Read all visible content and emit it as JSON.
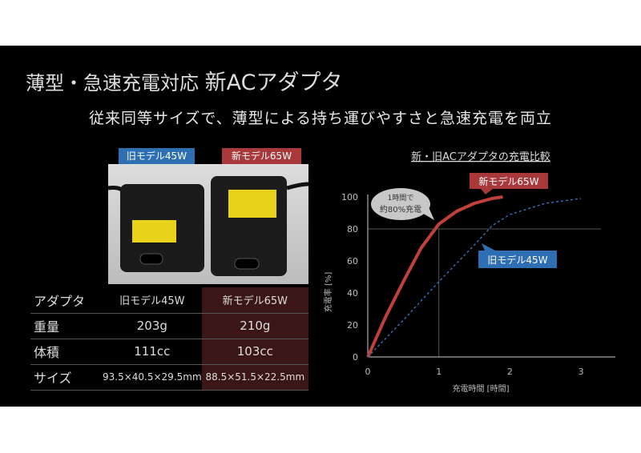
{
  "slide": {
    "title_a": "薄型・急速充電対応",
    "title_b": "新ACアダプタ",
    "subtitle": "従来同等サイズで、薄型による持ち運びやすさと急速充電を両立"
  },
  "photo": {
    "label_old": "旧モデル45W",
    "label_new": "新モデル65W"
  },
  "table": {
    "headers": [
      "アダプタ",
      "旧モデル45W",
      "新モデル65W"
    ],
    "rows": [
      {
        "label": "重量",
        "old": "203g",
        "new": "210g"
      },
      {
        "label": "体積",
        "old": "111cc",
        "new": "103cc"
      },
      {
        "label": "サイズ",
        "old": "93.5×40.5×29.5mm",
        "new": "88.5×51.5×22.5mm"
      }
    ]
  },
  "chart_data": {
    "type": "line",
    "title": "新・旧ACアダプタの充電比較",
    "xlabel": "充電時間 [時間]",
    "ylabel": "充電率 [%]",
    "xlim": [
      0,
      3.5
    ],
    "ylim": [
      0,
      100
    ],
    "xticks": [
      "0",
      "1",
      "2",
      "3"
    ],
    "yticks": [
      "0",
      "20",
      "40",
      "60",
      "80",
      "100"
    ],
    "reference_lines": {
      "x": 1,
      "y": 80
    },
    "series": [
      {
        "name": "新モデル65W",
        "color": "#c0403c",
        "style": "solid",
        "x": [
          0,
          0.25,
          0.5,
          0.75,
          1,
          1.25,
          1.5,
          1.75,
          1.9
        ],
        "y": [
          0,
          25,
          47,
          68,
          83,
          91,
          96,
          99,
          100
        ]
      },
      {
        "name": "旧モデル45W",
        "color": "#3c78c8",
        "style": "dashed",
        "x": [
          0,
          0.5,
          1,
          1.5,
          1.75,
          2,
          2.5,
          3
        ],
        "y": [
          0,
          23,
          47,
          70,
          82,
          89,
          96,
          99
        ]
      }
    ],
    "annotations": {
      "callout_line1": "1時間で",
      "callout_line2": "約80%充電"
    }
  }
}
